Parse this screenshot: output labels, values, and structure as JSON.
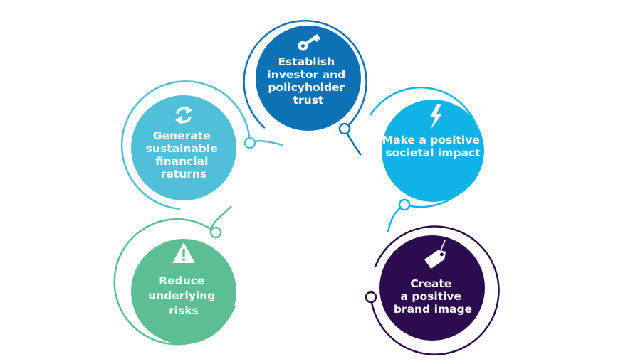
{
  "nodes": [
    {
      "id": "trust",
      "lines": [
        "Establish",
        "investor and",
        "policyholder",
        "trust"
      ],
      "color": "#0b72b5",
      "ring_color": "#0b72b5",
      "icon": "key-icon"
    },
    {
      "id": "returns",
      "lines": [
        "Generate",
        "sustainable",
        "financial",
        "returns"
      ],
      "color": "#4fc0d8",
      "ring_color": "#4fc0d8",
      "icon": "refresh-arrows-icon"
    },
    {
      "id": "impact",
      "lines": [
        "Make a positive",
        "societal impact"
      ],
      "color": "#10b3e8",
      "ring_color": "#10b3e8",
      "icon": "lightning-bolt-icon"
    },
    {
      "id": "risks",
      "lines": [
        "Reduce",
        "underlying",
        "risks"
      ],
      "color": "#5bbf93",
      "ring_color": "#5bbf93",
      "icon": "warning-triangle-icon"
    },
    {
      "id": "brand",
      "lines": [
        "Create",
        "a positive",
        "brand image"
      ],
      "color": "#2d0b4f",
      "ring_color": "#2d0b4f",
      "icon": "price-tag-icon"
    }
  ]
}
